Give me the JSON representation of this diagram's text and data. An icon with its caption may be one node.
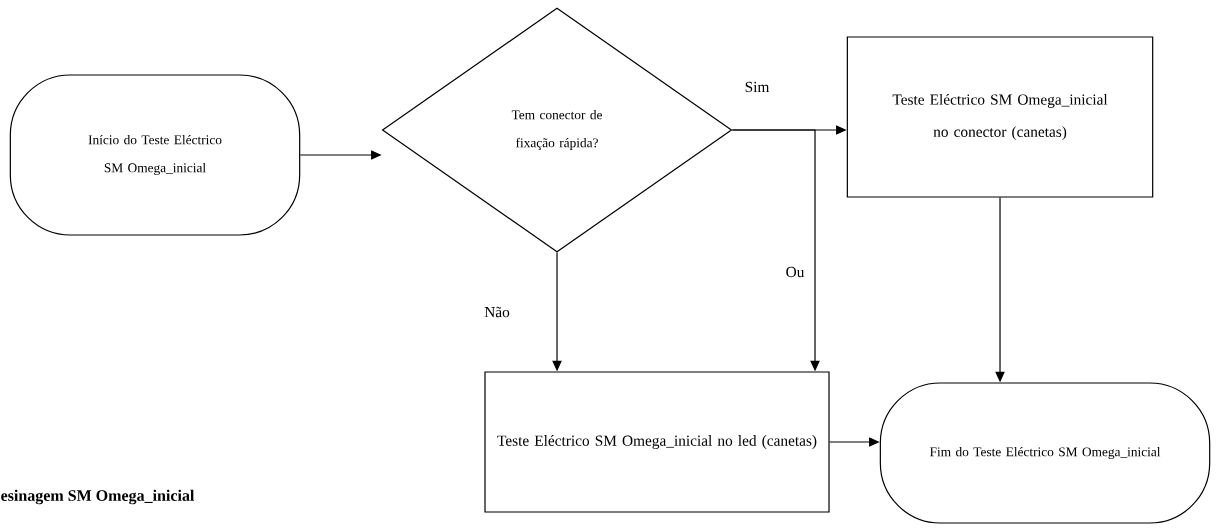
{
  "diagram": {
    "nodes": [
      {
        "text": [
          "Início do Teste Eléctrico SM Omega_inicial"
        ]
      },
      {
        "text": [
          "Tem conector de fixação rápida?"
        ]
      },
      {
        "text": [
          "Teste Eléctrico SM Omega_inicial no conector (canetas)"
        ]
      },
      {
        "text": [
          "Teste Eléctrico SM Omega_inicial no led (canetas)"
        ]
      },
      {
        "text": [
          "Fim do Teste Eléctrico SM Omega_inicial"
        ]
      }
    ],
    "edges": [
      {
        "from": 0,
        "to": 1,
        "arrow": "to"
      },
      {
        "from": 1,
        "to": 2,
        "arrow": "to",
        "label": "Sim"
      },
      {
        "from": 1,
        "to": 3,
        "arrow": "to",
        "label": "Não"
      },
      {
        "from": 1,
        "to": 3,
        "arrow": "to",
        "label": "Ou"
      },
      {
        "from": 2,
        "to": 4,
        "arrow": "to"
      },
      {
        "from": 3,
        "to": 4,
        "arrow": "to"
      }
    ],
    "labels": [
      "esinagem SM Omega_inicial"
    ]
  }
}
